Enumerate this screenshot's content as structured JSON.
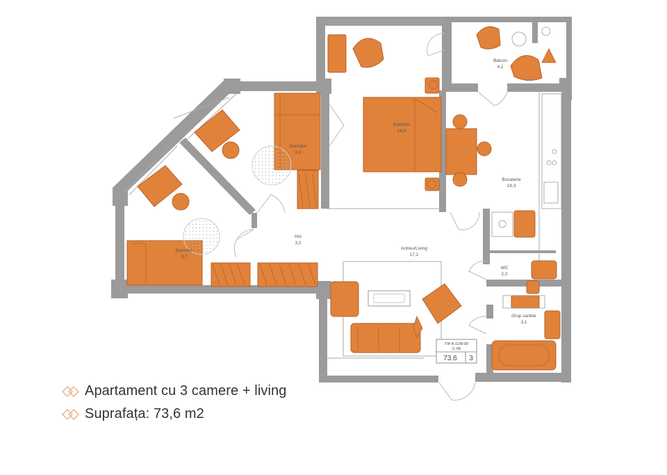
{
  "rooms": {
    "dormitor_a": {
      "name": "Dormitor",
      "area": "9,3"
    },
    "dormitor_b": {
      "name": "Dormitor",
      "area": "14,6"
    },
    "dormitor_c": {
      "name": "Dormitor",
      "area": "9,7"
    },
    "balcon": {
      "name": "Balcon",
      "area": "4,2"
    },
    "bucatarie": {
      "name": "Bucatarie",
      "area": "18,3"
    },
    "hol": {
      "name": "Hol",
      "area": "3,2"
    },
    "antreu_living": {
      "name": "Antreu/Living",
      "area": "17,2"
    },
    "wc": {
      "name": "WC",
      "area": "2,0"
    },
    "grup_sanitar": {
      "name": "Grup sanitar",
      "area": "3,1"
    }
  },
  "stamp": {
    "type_code": "TIP A-11/B-09",
    "unit_code": "C-09",
    "area": "73.6",
    "rooms": "3"
  },
  "legend": {
    "line1": "Apartament cu 3 camere + living",
    "line2": "Suprafața: 73,6 m2"
  },
  "colors": {
    "furniture": "#e0823a",
    "wall": "#9b9b9b",
    "icon_accent": "#e9b48a"
  }
}
